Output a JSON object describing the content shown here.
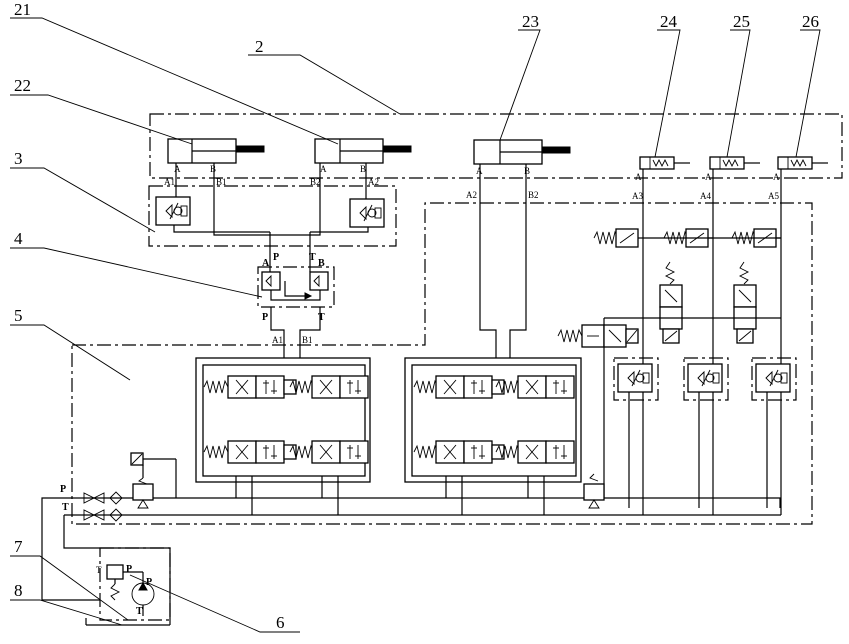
{
  "reference_numbers": {
    "n2": "2",
    "n3": "3",
    "n4": "4",
    "n5": "5",
    "n6": "6",
    "n7": "7",
    "n8": "8",
    "n21": "21",
    "n22": "22",
    "n23": "23",
    "n24": "24",
    "n25": "25",
    "n26": "26"
  },
  "port_labels": {
    "a1_cyl": "A1",
    "b1_cyl": "B1",
    "b2_cyl": "B2",
    "a2_cyl": "A2",
    "a_cyl1": "A",
    "b_cyl1": "B",
    "a_cyl2": "A",
    "b_cyl2": "B",
    "a_cyl3": "A",
    "b_cyl3": "B",
    "a_act24": "A",
    "a_act25": "A",
    "a_act26": "A",
    "a2_line": "A2",
    "b2_line": "B2",
    "a3_line": "A3",
    "a4_line": "A4",
    "a5_line": "A5",
    "p_v4_top": "P",
    "t_v4_top": "T",
    "a_v4": "A",
    "b_v4": "B",
    "p_v4_bot": "P",
    "t_v4_bot": "T",
    "a1_v4": "A1",
    "b1_v4": "B1",
    "p_main": "P",
    "t_main": "T",
    "t_pump": "T",
    "p_pump1": "P",
    "p_pump2": "P",
    "t_pump_bot": "T"
  }
}
